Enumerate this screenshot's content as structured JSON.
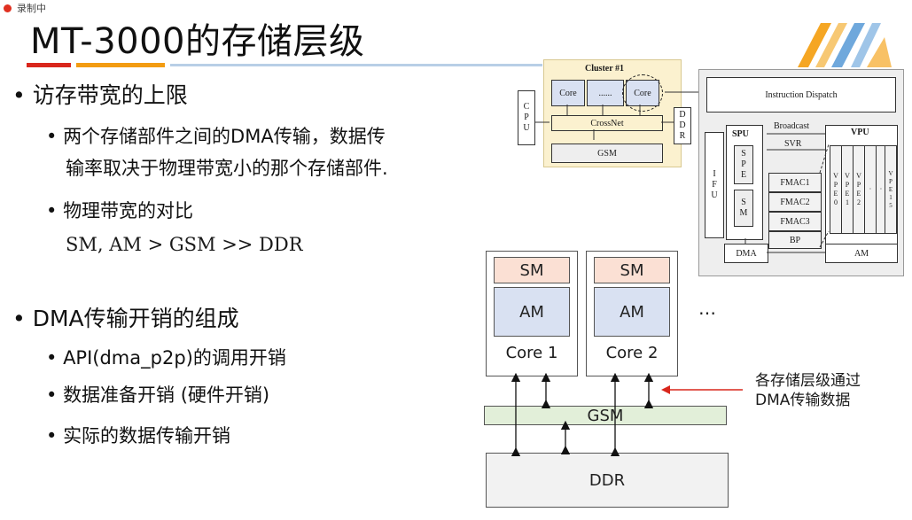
{
  "recorder": {
    "label": "录制中"
  },
  "slide": {
    "title": "MT-3000的存储层级",
    "bullets": {
      "b1": "访存带宽的上限",
      "b1_1a": "两个存储部件之间的DMA传输，数据传",
      "b1_1b": "输率取决于物理带宽小的那个存储部件.",
      "b1_2": "物理带宽的对比",
      "compare": "SM, AM > GSM >> DDR",
      "b2": "DMA传输开销的组成",
      "b2_1": "API(dma_p2p)的调用开销",
      "b2_2": "数据准备开销 (硬件开销)",
      "b2_3": "实际的数据传输开销"
    }
  },
  "arch": {
    "cluster_title": "Cluster #1",
    "core_a": "Core",
    "ellipsis": "......",
    "core_b": "Core",
    "crossnet": "CrossNet",
    "gsm": "GSM",
    "cpu": "CPU",
    "ddr": "DDR",
    "instruction_dispatch": "Instruction Dispatch",
    "broadcast": "Broadcast",
    "svr": "SVR",
    "spu": "SPU",
    "vpu": "VPU",
    "ifu": "IFU",
    "spe": "SPE",
    "sm": "SM",
    "fmac1": "FMAC1",
    "fmac2": "FMAC2",
    "fmac3": "FMAC3",
    "bp": "BP",
    "dma": "DMA",
    "am": "AM",
    "vpe": [
      "VPE0",
      "VPE1",
      "VPE2",
      "·",
      "·",
      "VPE15"
    ]
  },
  "hierarchy": {
    "core1": {
      "sm": "SM",
      "am": "AM",
      "label": "Core 1"
    },
    "core2": {
      "sm": "SM",
      "am": "AM",
      "label": "Core 2"
    },
    "more": "…",
    "gsm": "GSM",
    "ddr": "DDR",
    "annotation_line1": "各存储层级通过",
    "annotation_line2": "DMA传输数据"
  },
  "colors": {
    "accent_red": "#d9261c",
    "accent_orange": "#f39c12",
    "accent_blue": "#5b9bd5",
    "sm_fill": "#fbe0d4",
    "am_fill": "#d9e1f2",
    "gsm_fill": "#e2efd9",
    "ddr_fill": "#f2f2f2",
    "cluster_fill": "#fbf1cf"
  }
}
